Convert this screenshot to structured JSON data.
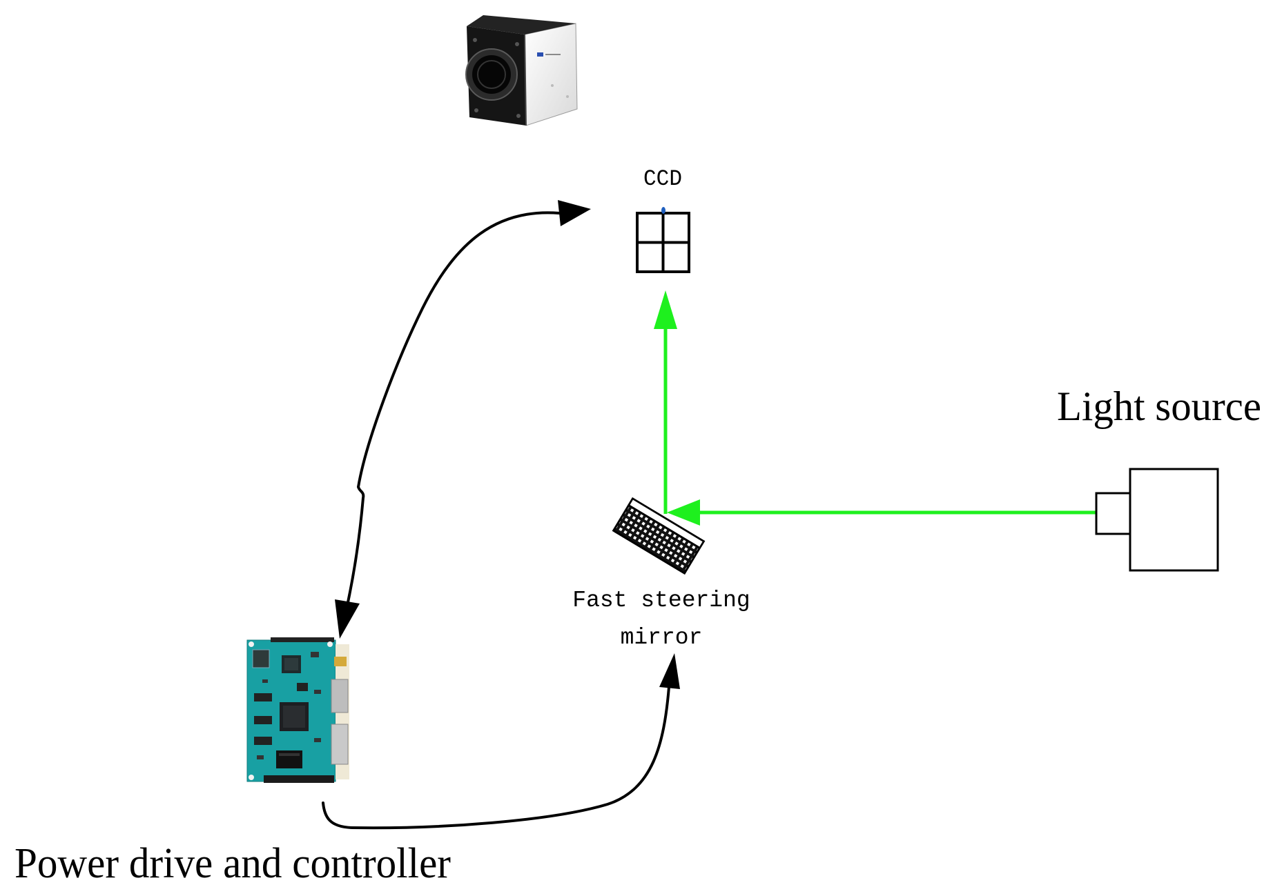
{
  "diagram": {
    "ccd": {
      "label": "CCD"
    },
    "light_source": {
      "label": "Light source"
    },
    "mirror": {
      "label_line1": "Fast steering",
      "label_line2": "mirror"
    },
    "controller": {
      "label": "Power drive and controller"
    }
  },
  "icons": {
    "camera": "ccd-camera-image",
    "board": "controller-board-image",
    "ccd_detector": "quadrant-detector-icon",
    "mirror": "fast-steering-mirror-icon",
    "light_source": "light-source-icon"
  },
  "colors": {
    "background": "#ffffff",
    "beam": "#1ef01e",
    "signal_arrow": "#000000",
    "ccd_marker": "#1f5fbf"
  }
}
